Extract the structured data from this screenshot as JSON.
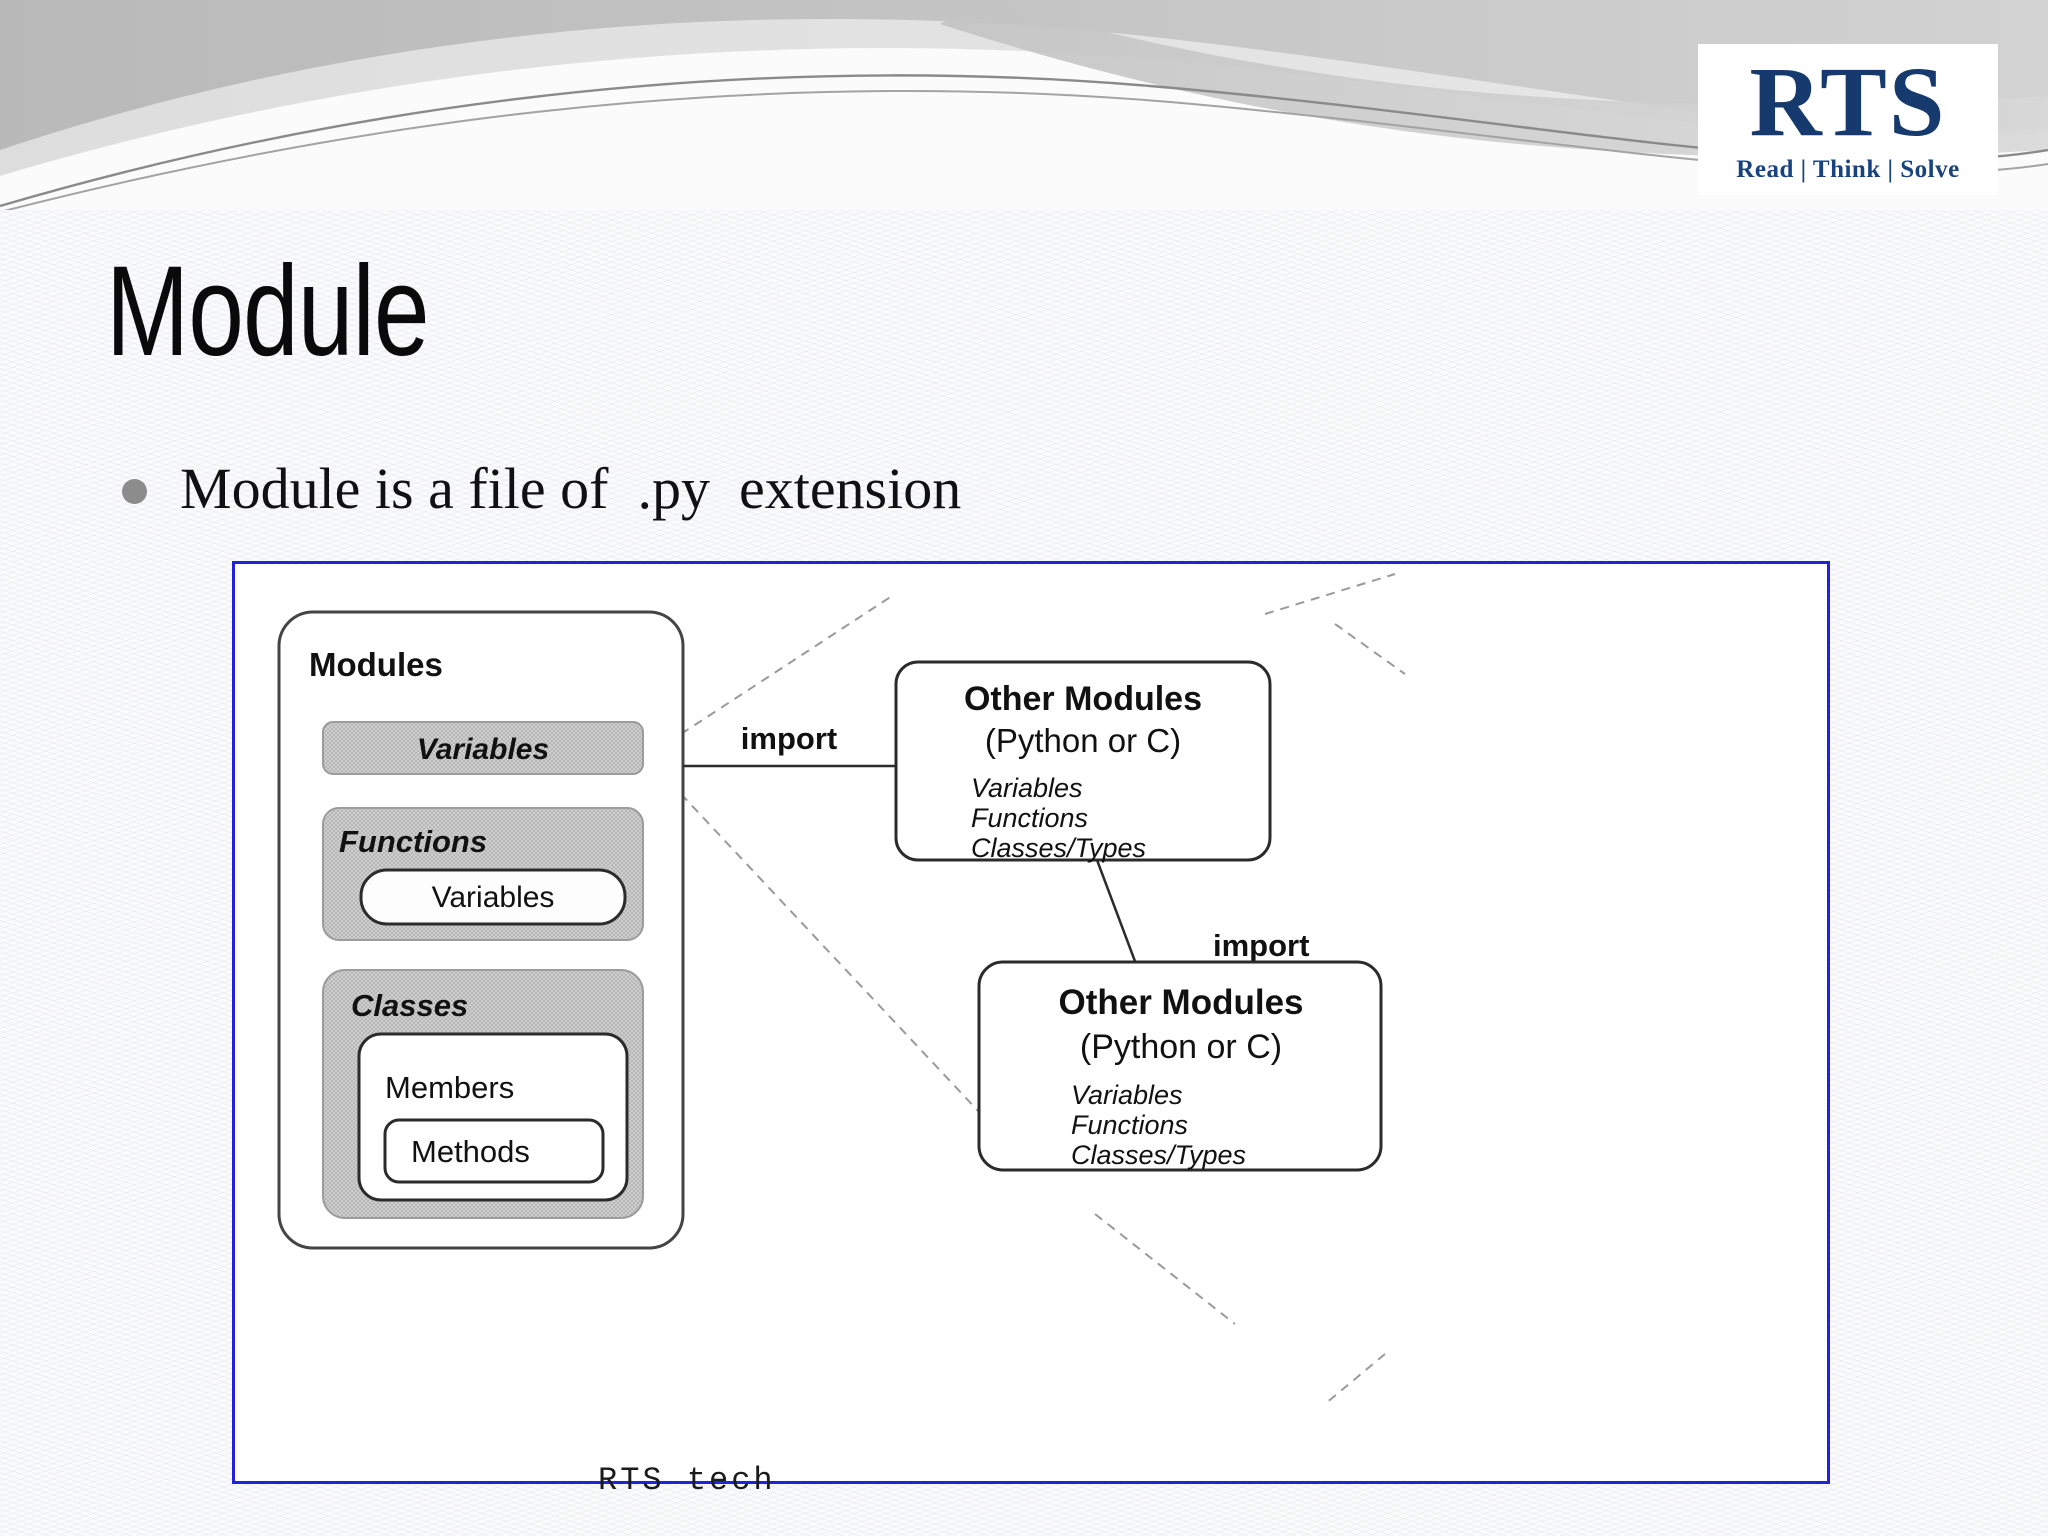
{
  "slide": {
    "title": "Module",
    "bullet": "Module is a file of  .py  extension",
    "footer_note": "RTS tech",
    "frame_border_color": "#2222dd",
    "bullet_color": "#8c8c8c"
  },
  "logo": {
    "mark": "RTS",
    "tagline": "Read | Think | Solve",
    "color": "#163a6e"
  },
  "diagram": {
    "modules_box": {
      "title": "Modules",
      "variables_band": "Variables",
      "functions_group": {
        "title": "Functions",
        "inner": "Variables"
      },
      "classes_group": {
        "title": "Classes",
        "members": "Members",
        "methods": "Methods"
      }
    },
    "edges": [
      {
        "label": "import"
      },
      {
        "label": "import"
      }
    ],
    "other_modules_top": {
      "title": "Other   Modules",
      "subtitle": "(Python or C)",
      "items": [
        "Variables",
        "Functions",
        "Classes/Types"
      ]
    },
    "other_modules_bottom": {
      "title": "Other   Modules",
      "subtitle": "(Python or C)",
      "items": [
        "Variables",
        "Functions",
        "Classes/Types"
      ]
    }
  }
}
